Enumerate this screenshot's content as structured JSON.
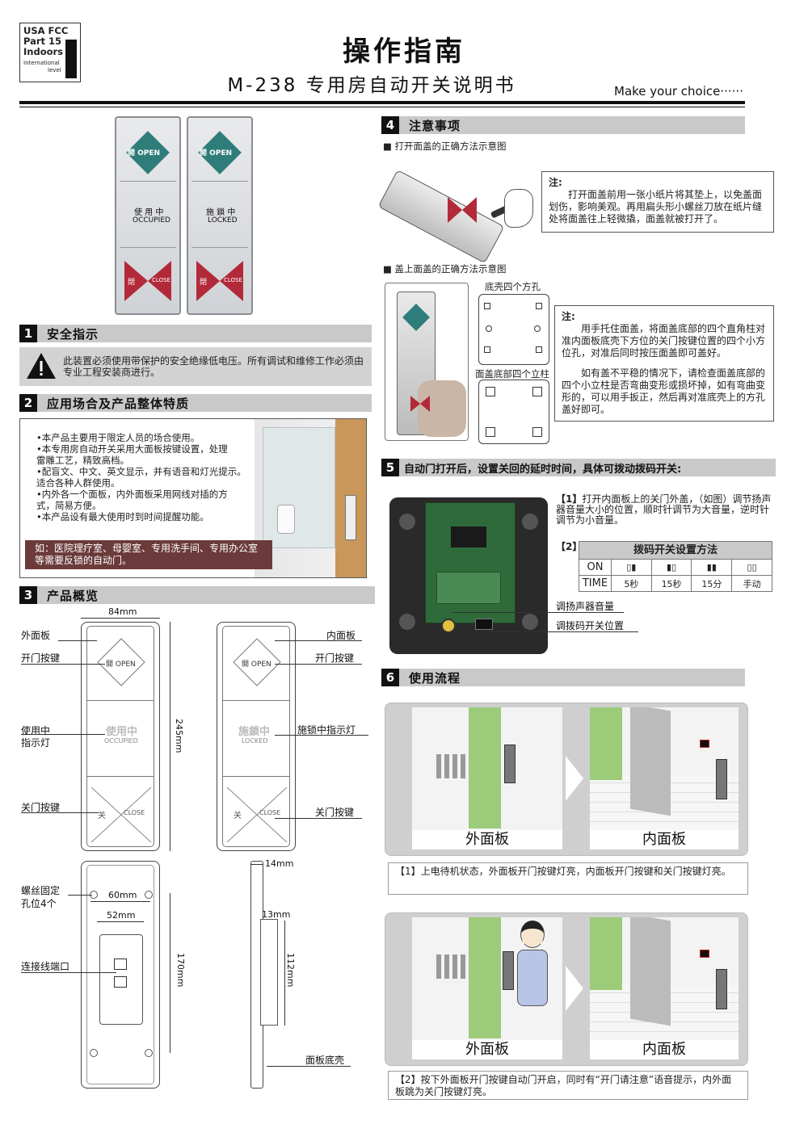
{
  "header": {
    "badge_line1": "USA FCC",
    "badge_line2": "Part  15",
    "badge_line3": "Indoors",
    "badge_line4": "International",
    "badge_line5": "level",
    "title": "操作指南",
    "subtitle": "M-238  专用房自动开关说明书",
    "slogan": "Make  your choice······"
  },
  "hero_panels": {
    "open": "開 OPEN",
    "occupied_cn": "使 用 中",
    "occupied_en": "OCCUPIED",
    "locked_cn": "施 鎖 中",
    "locked_en": "LOCKED",
    "close_cn": "閉",
    "close_en": "CLOSE"
  },
  "section1": {
    "num": "1",
    "title": "安全指示",
    "warning": "此装置必须使用带保护的安全绝缘低电压。所有调试和维修工作必须由专业工程安装商进行。"
  },
  "section2": {
    "num": "2",
    "title": "应用场合及产品整体特质",
    "features": [
      "•本产品主要用于限定人员的场合使用。",
      "•本专用房自动开关采用大面板按键设置，处理",
      "  雷雕工艺，精致高档。",
      "•配盲文、中文、英文显示，并有语音和灯光提示。",
      "  适合各种人群使用。",
      "•内外各一个面板，内外面板采用网线对插的方",
      "  式，简易方便。",
      "•本产品设有最大使用时到时间提醒功能。"
    ],
    "example": "如：医院理疗室、母婴室、专用洗手间、专用办公室等需要反锁的自动门。"
  },
  "section3": {
    "num": "3",
    "title": "产品概览",
    "width_dim": "84mm",
    "height_dim": "245mm",
    "labels_left": {
      "outer": "外面板",
      "open_btn": "开门按键",
      "occupied_1": "使用中",
      "occupied_2": "指示灯",
      "close_btn": "关门按键",
      "screw_1": "螺丝固定",
      "screw_2": "孔位4个",
      "port": "连接线端口"
    },
    "labels_right": {
      "inner": "内面板",
      "open_btn": "开门按键",
      "locked": "施锁中指示灯",
      "close_btn": "关门按键",
      "base": "面板底壳"
    },
    "panel_open": "開 OPEN",
    "panel_occupied_cn": "使用中",
    "panel_occupied_en": "OCCUPIED",
    "panel_locked_cn": "施鎖中",
    "panel_locked_en": "LOCKED",
    "panel_close_cn": "关",
    "panel_close_en": "CLOSE",
    "dim_60": "60mm",
    "dim_52": "52mm",
    "dim_170": "170mm",
    "dim_14": "14mm",
    "dim_13": "13mm",
    "dim_112": "112mm"
  },
  "section4": {
    "num": "4",
    "title": "注意事项",
    "sub1": "■ 打开面盖的正确方法示意图",
    "note1_title": "注:",
    "note1": "打开面盖前用一张小纸片将其垫上，以免盖面划伤，影响美观。再用扁头形小螺丝刀放在纸片缝处将面盖往上轻微撬，面盖就被打开了。",
    "sub2": "■ 盖上面盖的正确方法示意图",
    "hole_label": "底壳四个方孔",
    "post_label": "面盖底部四个立柱",
    "note2_title": "注:",
    "note2a": "用手托住面盖，将面盖底部的四个直角柱对准内面板底壳下方位的关门按键位置的四个小方位孔，对准后同时按压面盖即可盖好。",
    "note2b": "如有盖不平稳的情况下，请检查面盖底部的四个小立柱是否弯曲变形或损坏掉，如有弯曲变形的，可以用手扳正，然后再对准底壳上的方孔盖好即可。"
  },
  "section5": {
    "num": "5",
    "title": "自动门打开后，设置关回的延时时间，具体可拨动拨码开关:",
    "item1_tag": "【1】",
    "item1": "打开内面板上的关门外盖，（如图）调节扬声器音量大小的位置，顺时针调节为大音量，逆时针调节为小音量。",
    "item2_tag": "【2】",
    "dip_title": "拨码开关设置方法",
    "dip_on": "ON",
    "dip_time": "TIME",
    "dip_values": [
      "5秒",
      "15秒",
      "15分",
      "手动"
    ],
    "label_volume": "调扬声器音量",
    "label_dip": "调拨码开关位置"
  },
  "section6": {
    "num": "6",
    "title": "使用流程",
    "outer": "外面板",
    "inner": "内面板",
    "step1": "【1】上电待机状态，外面板开门按键灯亮，内面板开门按键和关门按键灯亮。",
    "step2": "【2】按下外面板开门按键自动门开启，同时有“开门请注意”语音提示，内外面板跳为关门按键灯亮。"
  }
}
